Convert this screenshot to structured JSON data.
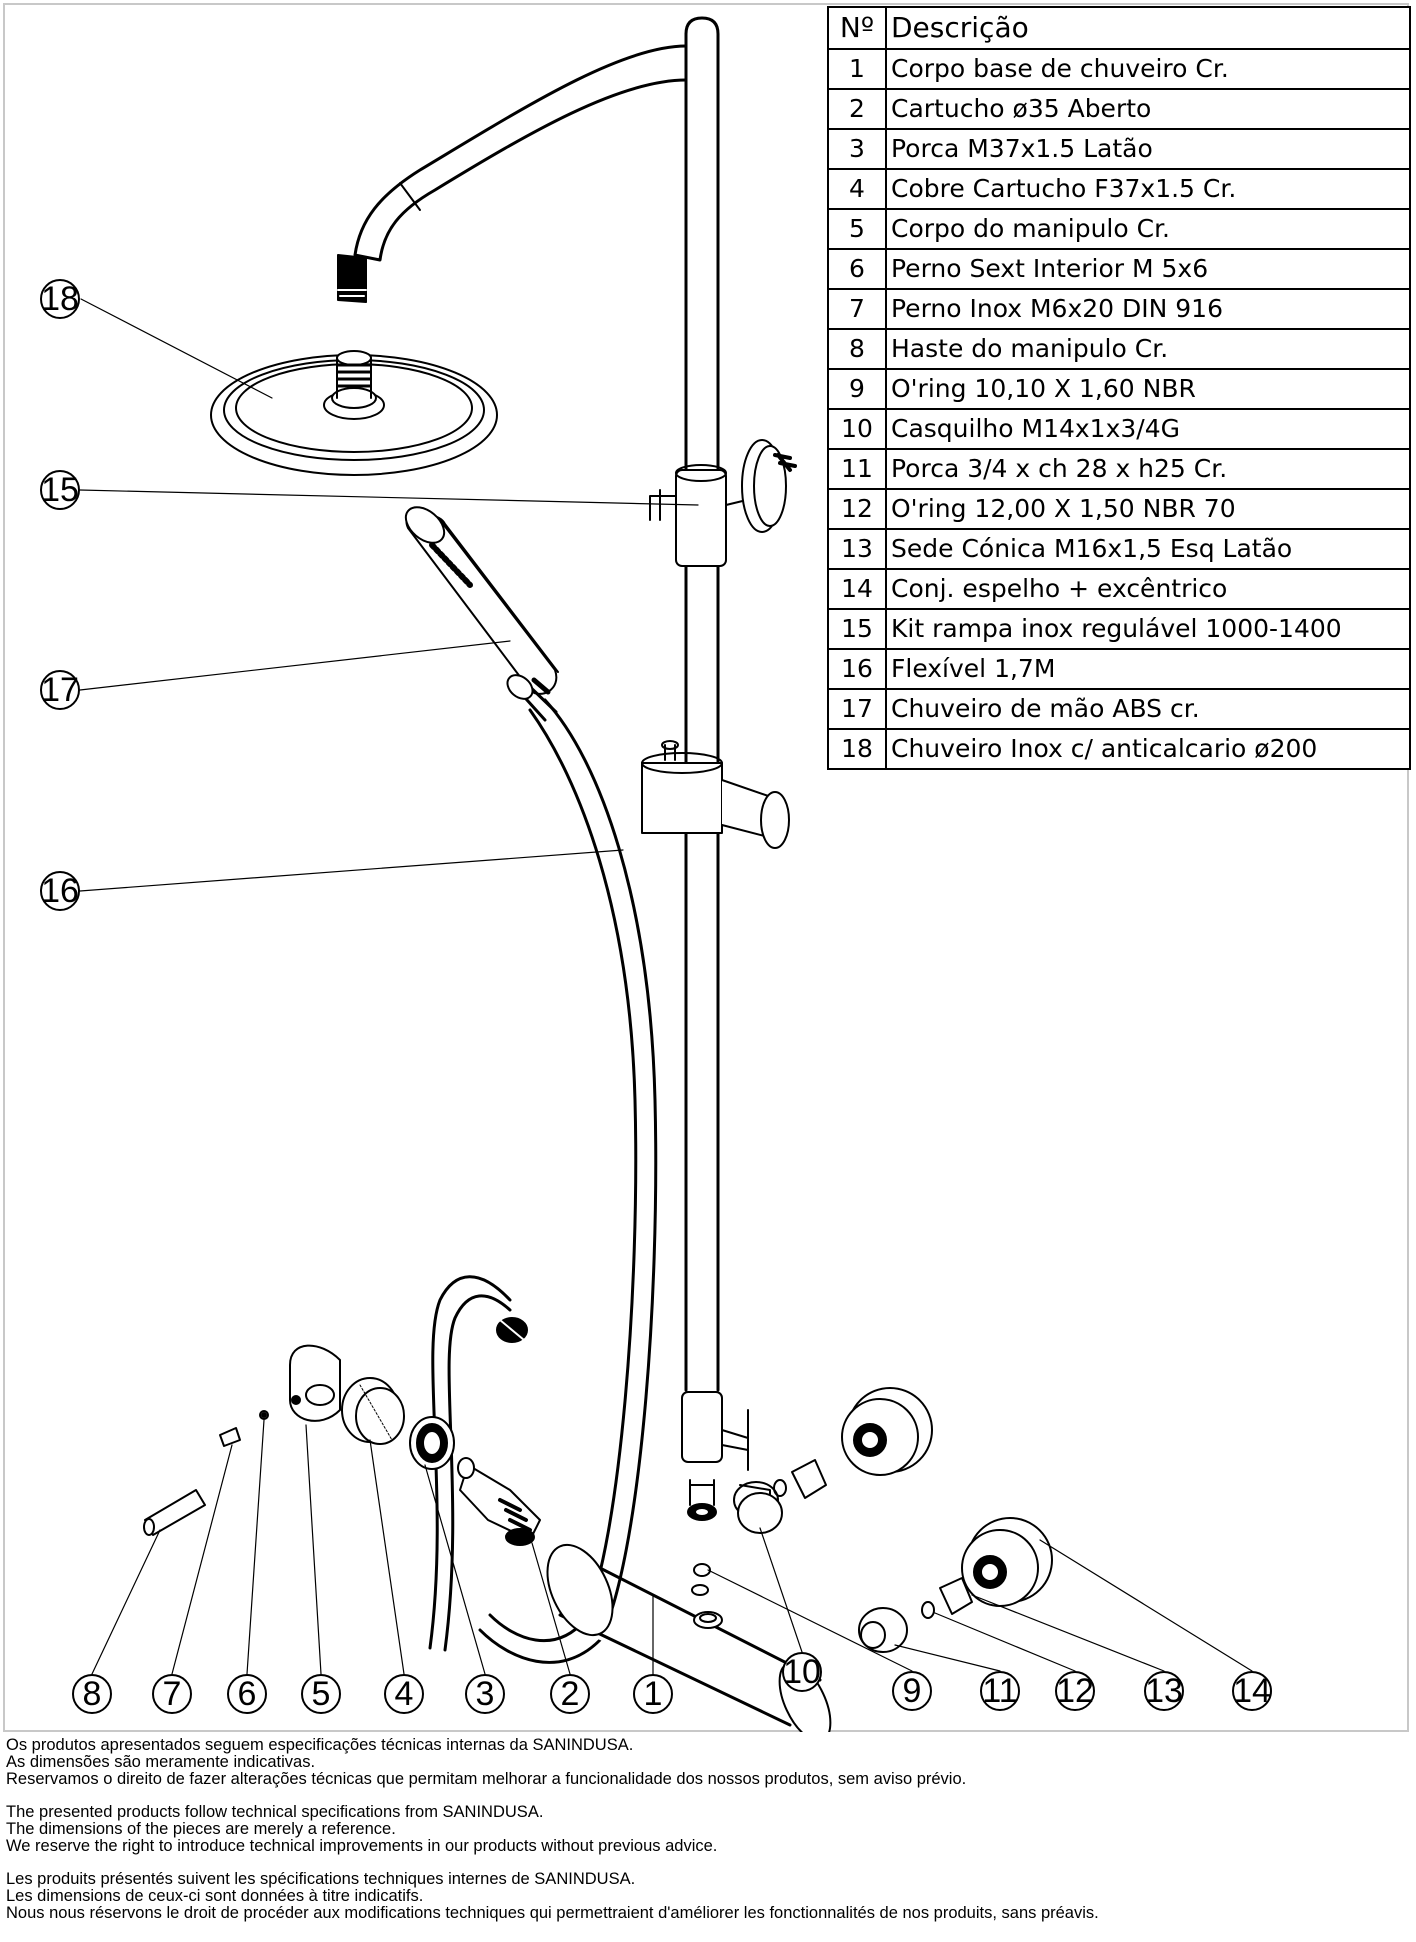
{
  "table": {
    "header": {
      "num": "Nº",
      "desc": "Descrição"
    },
    "rows": [
      {
        "num": "1",
        "desc": "Corpo base de chuveiro Cr."
      },
      {
        "num": "2",
        "desc": "Cartucho ø35 Aberto"
      },
      {
        "num": "3",
        "desc": "Porca M37x1.5 Latão"
      },
      {
        "num": "4",
        "desc": "Cobre Cartucho F37x1.5 Cr."
      },
      {
        "num": "5",
        "desc": "Corpo do manipulo Cr."
      },
      {
        "num": "6",
        "desc": "Perno Sext Interior M 5x6"
      },
      {
        "num": "7",
        "desc": "Perno Inox M6x20 DIN 916"
      },
      {
        "num": "8",
        "desc": "Haste do manipulo Cr."
      },
      {
        "num": "9",
        "desc": "O'ring 10,10 X 1,60 NBR"
      },
      {
        "num": "10",
        "desc": "Casquilho M14x1x3/4G"
      },
      {
        "num": "11",
        "desc": "Porca 3/4 x ch 28 x h25 Cr."
      },
      {
        "num": "12",
        "desc": "O'ring 12,00 X 1,50 NBR 70"
      },
      {
        "num": "13",
        "desc": "Sede Cónica M16x1,5 Esq Latão"
      },
      {
        "num": "14",
        "desc": "Conj. espelho + excêntrico"
      },
      {
        "num": "15",
        "desc": "Kit rampa inox regulável 1000-1400"
      },
      {
        "num": "16",
        "desc": "Flexível 1,7M"
      },
      {
        "num": "17",
        "desc": "Chuveiro de mão ABS cr."
      },
      {
        "num": "18",
        "desc": "Chuveiro Inox c/ anticalcario ø200"
      }
    ]
  },
  "callouts": {
    "c1": "1",
    "c2": "2",
    "c3": "3",
    "c4": "4",
    "c5": "5",
    "c6": "6",
    "c7": "7",
    "c8": "8",
    "c9": "9",
    "c10": "10",
    "c11": "11",
    "c12": "12",
    "c13": "13",
    "c14": "14",
    "c15": "15",
    "c16": "16",
    "c17": "17",
    "c18": "18"
  },
  "footer": {
    "pt": [
      "Os produtos apresentados seguem especificações técnicas internas da SANINDUSA.",
      "As dimensões são meramente indicativas.",
      "Reservamos o direito de fazer alterações técnicas que permitam melhorar a funcionalidade dos nossos produtos, sem aviso prévio."
    ],
    "en": [
      "The presented products follow technical specifications from SANINDUSA.",
      "The dimensions of the pieces are merely a reference.",
      "We reserve the right to introduce technical improvements in our products without previous advice."
    ],
    "fr": [
      "Les produits présentés suivent les spécifications techniques internes de SANINDUSA.",
      "Les dimensions de ceux-ci sont données à titre indicatifs.",
      "Nous nous réservons le droit de procéder aux modifications techniques qui permettraient d'améliorer les fonctionnalités de nos produits, sans préavis."
    ]
  }
}
